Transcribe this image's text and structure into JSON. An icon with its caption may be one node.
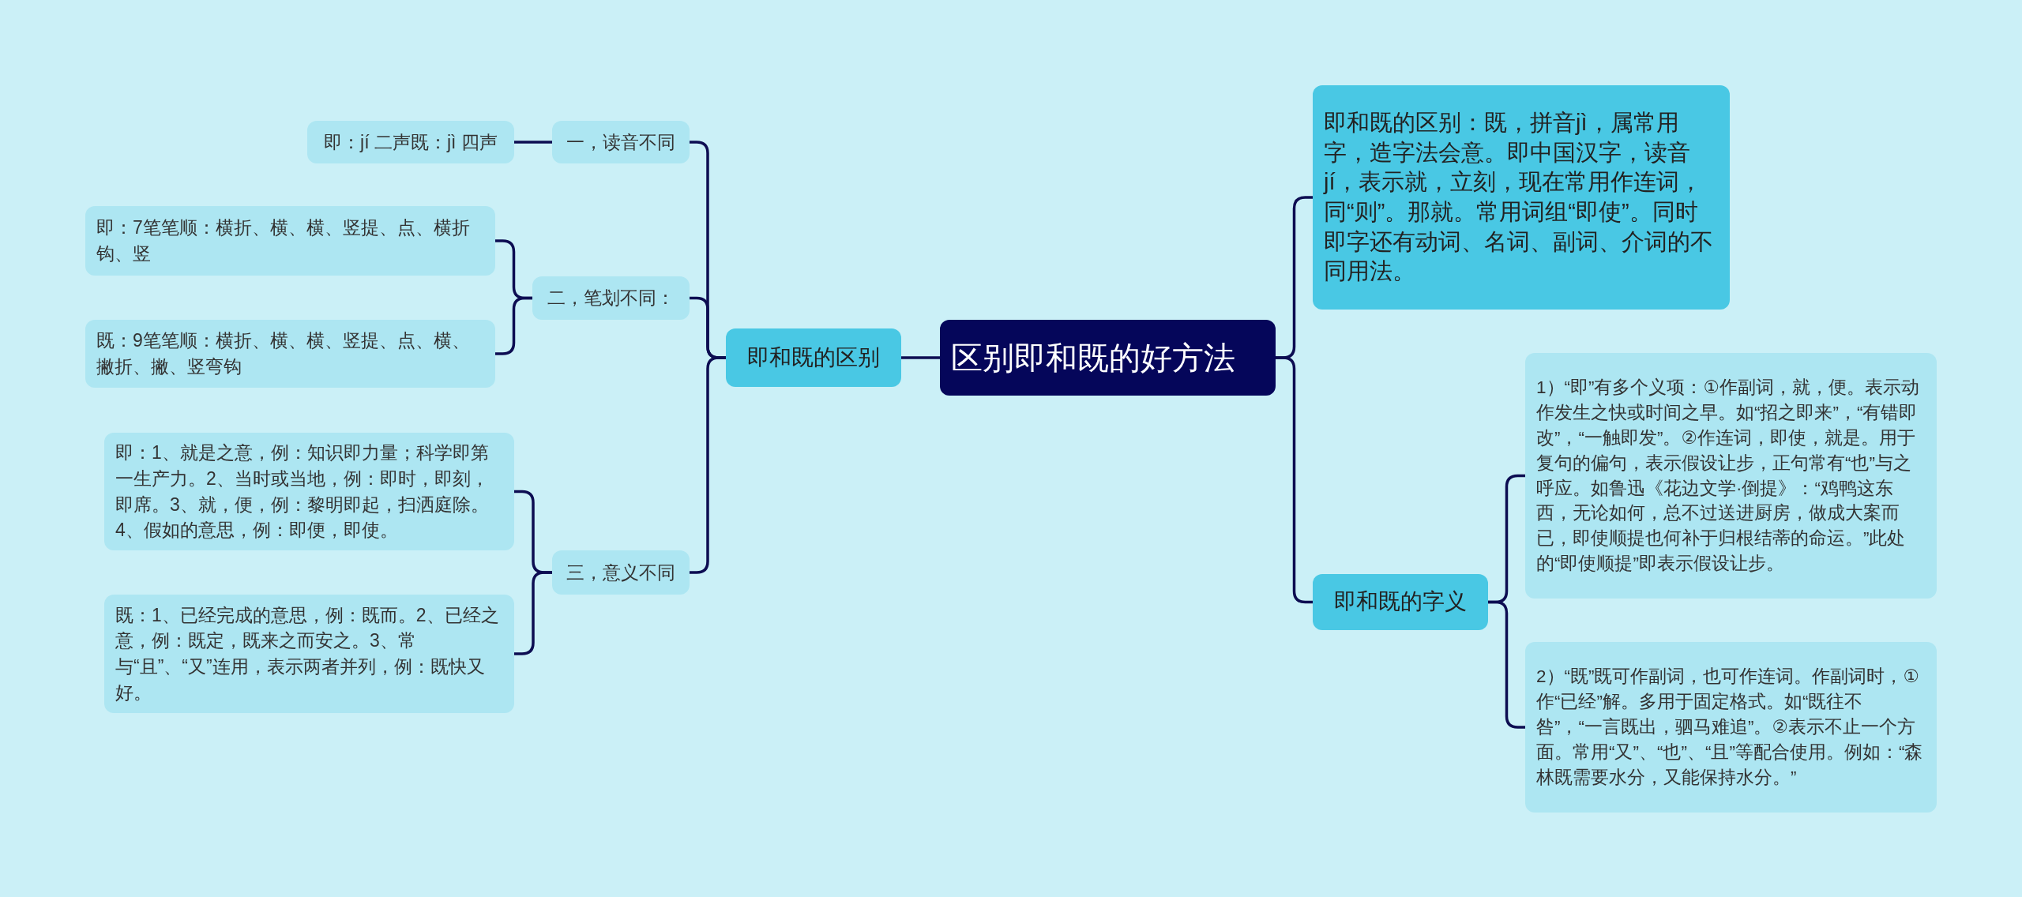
{
  "diagram": {
    "nodes": [
      {
        "text": [
          "区别即和既的好方法"
        ]
      },
      {
        "text": [
          "即和既的区别"
        ]
      },
      {
        "text": [
          "一，读音不同"
        ]
      },
      {
        "text": [
          "即：jí 二声既：jì 四声"
        ]
      },
      {
        "text": [
          "二，笔划不同："
        ]
      },
      {
        "text": [
          "即：7笔笔顺：横折、横、横、竖提、点、横折钩、竖"
        ]
      },
      {
        "text": [
          "既：9笔笔顺：横折、横、横、竖提、点、横、撇折、撇、竖弯钩"
        ]
      },
      {
        "text": [
          "三，意义不同"
        ]
      },
      {
        "text": [
          "即：1、就是之意，例：知识即力量；科学即第一生产力。2、当时或当地，例：即时，即刻，即席。3、就，便，例：黎明即起，扫洒庭除。4、假如的意思，例：即便，即使。"
        ]
      },
      {
        "text": [
          "既：1、已经完成的意思，例：既而。2、已经之意，例：既定，既来之而安之。3、常与“且”、“又”连用，表示两者并列，例：既快又好。"
        ]
      },
      {
        "text": [
          "即和既的区别：既，拼音jì，属常用字，造字法会意。即中国汉字，读音jí，表示就，立刻，现在常用作连词，同“则”。那就。常用词组“即使”。同时即字还有动词、名词、副词、介词的不同用法。"
        ]
      },
      {
        "text": [
          "即和既的字义"
        ]
      },
      {
        "text": [
          "1）“即”有多个义项：①作副词，就，便。表示动作发生之快或时间之早。如“招之即来”，“有错即改”，“一触即发”。②作连词，即使，就是。用于复句的偏句，表示假设让步，正句常有“也”与之呼应。如鲁迅《花边文学·倒提》：“鸡鸭这东西，无论如何，总不过送进厨房，做成大案而已，即使顺提也何补于归根结蒂的命运。”此处的“即使顺提”即表示假设让步。"
        ]
      },
      {
        "text": [
          "2）“既”既可作副词，也可作连词。作副词时，①作“已经”解。多用于固定格式。如“既往不咎”，“一言既出，驷马难追”。②表示不止一个方面。常用“又”、“也”、“且”等配合使用。例如：“森林既需要水分，又能保持水分。”"
        ]
      }
    ],
    "edges": [
      {
        "from": 0,
        "to": 1,
        "arrow": "none"
      },
      {
        "from": 1,
        "to": 2,
        "arrow": "none"
      },
      {
        "from": 2,
        "to": 3,
        "arrow": "none"
      },
      {
        "from": 1,
        "to": 4,
        "arrow": "none"
      },
      {
        "from": 4,
        "to": 5,
        "arrow": "none"
      },
      {
        "from": 4,
        "to": 6,
        "arrow": "none"
      },
      {
        "from": 1,
        "to": 7,
        "arrow": "none"
      },
      {
        "from": 7,
        "to": 8,
        "arrow": "none"
      },
      {
        "from": 7,
        "to": 9,
        "arrow": "none"
      },
      {
        "from": 0,
        "to": 10,
        "arrow": "none"
      },
      {
        "from": 0,
        "to": 11,
        "arrow": "none"
      },
      {
        "from": 11,
        "to": 12,
        "arrow": "none"
      },
      {
        "from": 11,
        "to": 13,
        "arrow": "none"
      }
    ]
  }
}
